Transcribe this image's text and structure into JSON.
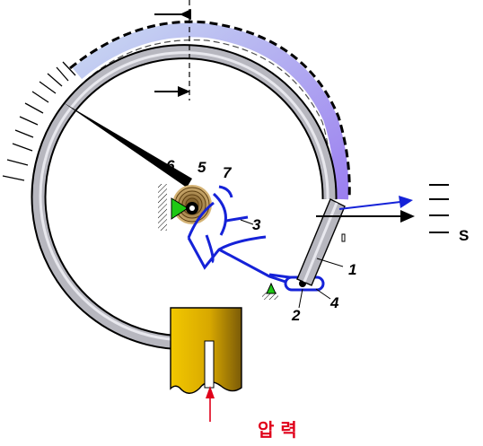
{
  "labels": {
    "part1": "1",
    "part2": "2",
    "part3": "3",
    "part4": "4",
    "part5": "5",
    "part6": "6",
    "part7": "7",
    "displacement": "S",
    "pressure": "압 력"
  },
  "colors": {
    "tube": "#b7b7bf",
    "tube_inner": "#ffffff",
    "tube_outline": "#000000",
    "deflected_tube": "#a08cf0",
    "link": "#1522d8",
    "spring": "#b8955a",
    "pivot": "#1ec814",
    "socket": "#c89a10",
    "pressure_arrow": "#e0001a"
  }
}
